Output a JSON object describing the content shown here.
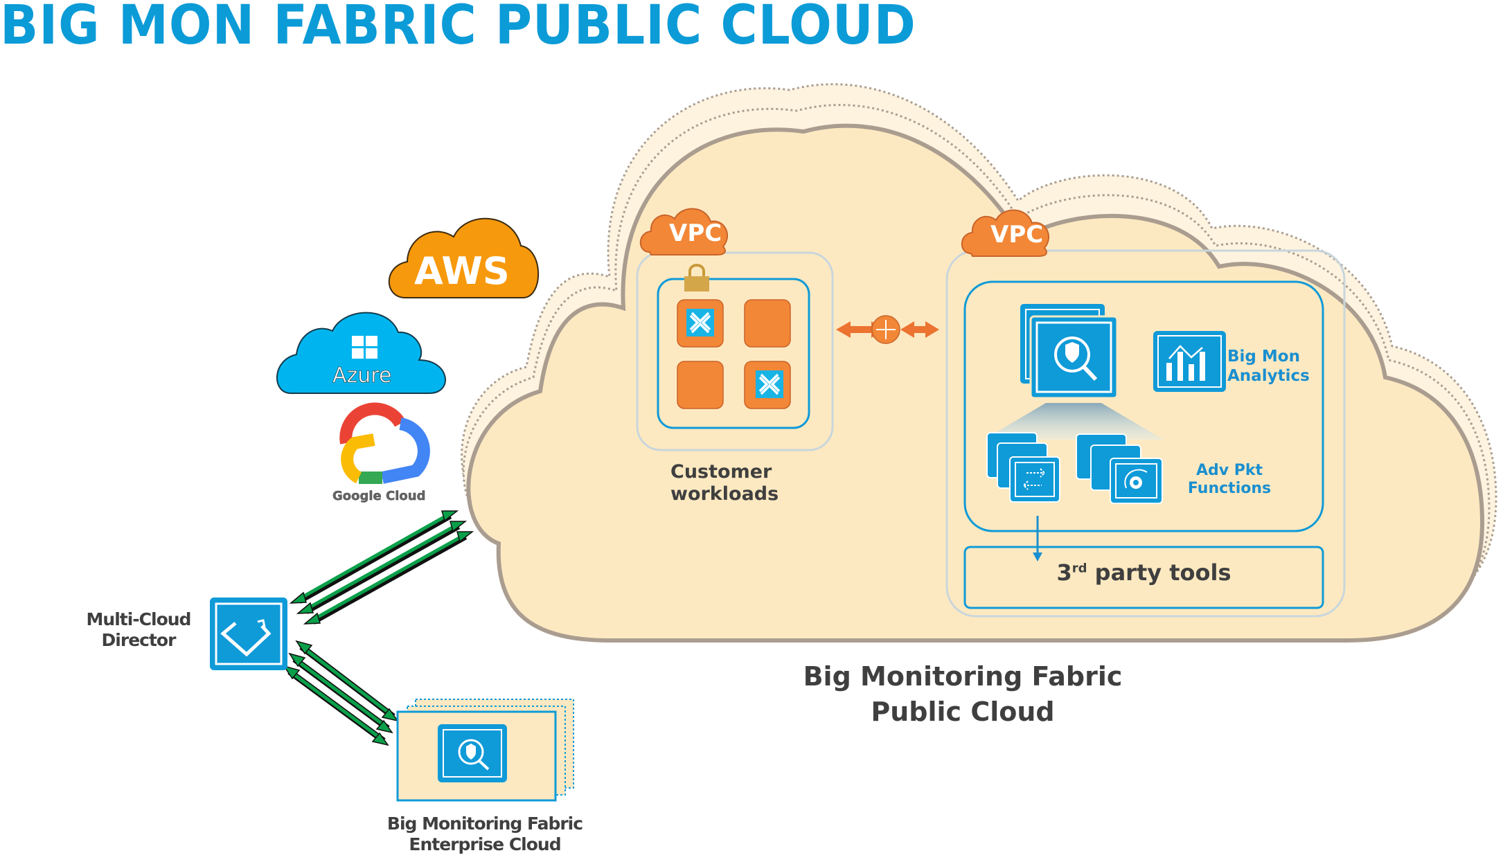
{
  "title": "BIG MON FABRIC PUBLIC CLOUD",
  "providers": [
    {
      "name": "AWS",
      "icon": "aws-cloud-icon",
      "color": "#f7990c"
    },
    {
      "name": "Azure",
      "icon": "azure-cloud-icon",
      "color": "#00b5ef"
    },
    {
      "name": "Google Cloud",
      "icon": "google-cloud-icon",
      "color": "#4285f4"
    }
  ],
  "director": {
    "label_line1": "Multi-Cloud",
    "label_line2": "Director",
    "icon": "multi-cloud-director-icon"
  },
  "enterprise": {
    "label_line1": "Big Monitoring Fabric",
    "label_line2": "Enterprise Cloud",
    "icon": "big-mon-fabric-icon"
  },
  "public_cloud": {
    "label_line1": "Big Monitoring Fabric",
    "label_line2": "Public Cloud",
    "vpc_left": {
      "tag": "VPC",
      "caption_line1": "Customer",
      "caption_line2": "workloads"
    },
    "vpc_right": {
      "tag": "VPC",
      "analytics_line1": "Big Mon",
      "analytics_line2": "Analytics",
      "pkt_line1": "Adv Pkt",
      "pkt_line2": "Functions",
      "tools_prefix": "3",
      "tools_sup": "rd",
      "tools_suffix": " party tools"
    }
  },
  "colors": {
    "title_blue": "#0b9bd7",
    "cloud_fill": "#fdeac4",
    "cloud_stroke": "#aa9d90",
    "vpc_orange": "#f28737",
    "icon_blue": "#0f9ad8",
    "arrow_green": "#0aa04a"
  }
}
